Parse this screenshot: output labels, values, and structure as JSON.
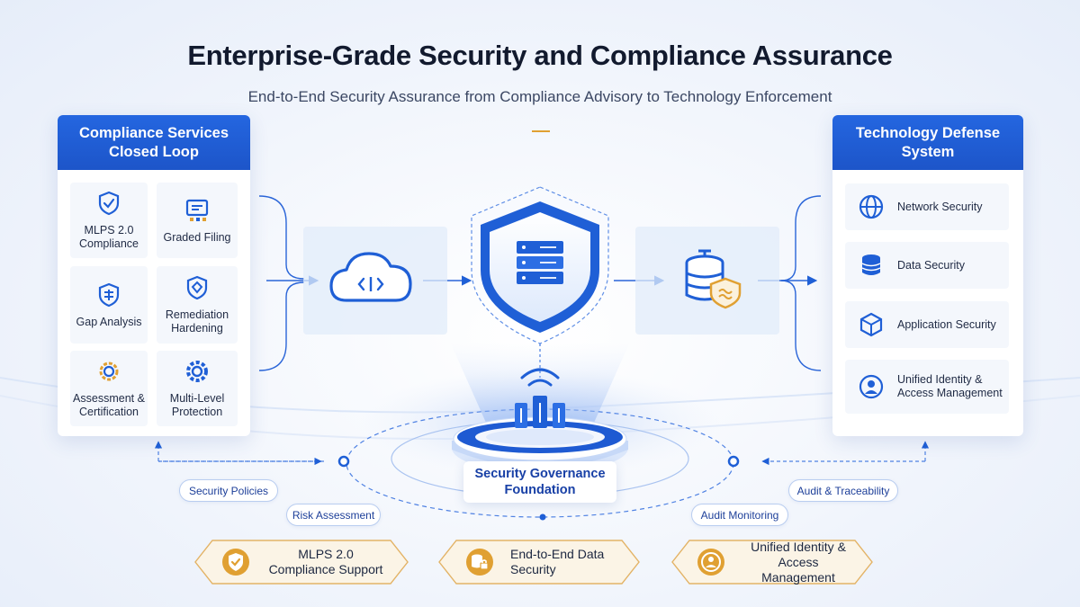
{
  "header": {
    "title": "Enterprise-Grade Security and Compliance Assurance",
    "subtitle": "End-to-End Security Assurance from Compliance Advisory to Technology Enforcement"
  },
  "left_panel": {
    "title": "Compliance Services Closed Loop",
    "tiles": [
      {
        "label": "MLPS 2.0 Compliance",
        "icon": "shield-check-icon"
      },
      {
        "label": "Graded Filing",
        "icon": "document-grade-icon"
      },
      {
        "label": "Gap Analysis",
        "icon": "shield-gap-icon"
      },
      {
        "label": "Remediation Hardening",
        "icon": "shield-hardening-icon"
      },
      {
        "label": "Assessment & Certification",
        "icon": "certificate-gear-icon"
      },
      {
        "label": "Multi-Level Protection",
        "icon": "gear-protection-icon"
      }
    ]
  },
  "right_panel": {
    "title": "Technology Defense System",
    "items": [
      {
        "label": "Network Security",
        "icon": "globe-icon"
      },
      {
        "label": "Data Security",
        "icon": "database-icon"
      },
      {
        "label": "Application Security",
        "icon": "cube-icon"
      },
      {
        "label": "Unified Identity & Access Management",
        "icon": "user-identity-icon"
      }
    ]
  },
  "center": {
    "foundation_label": "Security Governance Foundation",
    "icons": [
      "cloud-code-icon",
      "shield-server-icon",
      "database-shield-icon",
      "platform-signal-icon"
    ]
  },
  "pills": {
    "security_policies": "Security Policies",
    "risk_assessment": "Risk Assessment",
    "audit_monitoring": "Audit Monitoring",
    "audit_traceability": "Audit & Traceability"
  },
  "badges": [
    {
      "label": "MLPS 2.0 Compliance Support",
      "icon": "shield-check-icon"
    },
    {
      "label": "End-to-End Data Security",
      "icon": "data-lock-icon"
    },
    {
      "label": "Unified Identity & Access Management",
      "icon": "identity-lock-icon"
    }
  ],
  "colors": {
    "primary_blue": "#1f5fd6",
    "accent_gold": "#e0a032",
    "badge_fill": "#fbf4e6"
  }
}
